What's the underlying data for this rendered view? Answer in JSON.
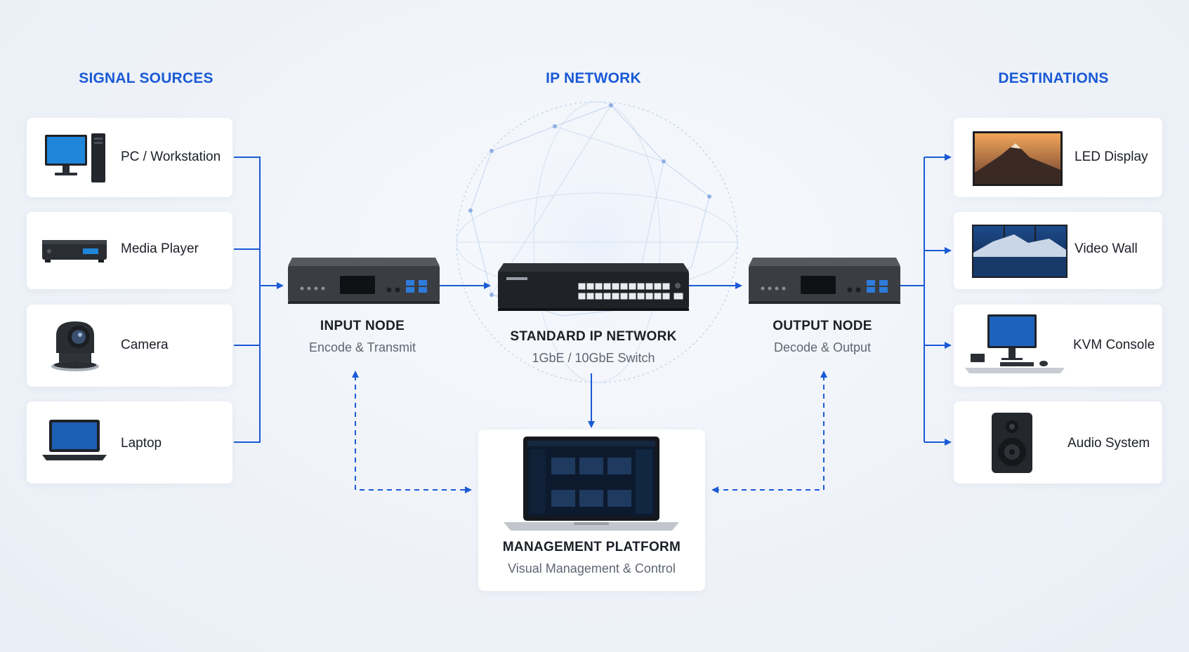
{
  "headings": {
    "sources": "SIGNAL SOURCES",
    "network": "IP NETWORK",
    "destinations": "DESTINATIONS"
  },
  "sources": [
    {
      "label": "PC / Workstation",
      "icon": "pc-workstation-icon"
    },
    {
      "label": "Media Player",
      "icon": "media-player-icon"
    },
    {
      "label": "Camera",
      "icon": "camera-icon"
    },
    {
      "label": "Laptop",
      "icon": "laptop-icon"
    }
  ],
  "destinations": [
    {
      "label": "LED Display",
      "icon": "led-display-icon"
    },
    {
      "label": "Video Wall",
      "icon": "video-wall-icon"
    },
    {
      "label": "KVM Console",
      "icon": "kvm-console-icon"
    },
    {
      "label": "Audio System",
      "icon": "speaker-icon"
    }
  ],
  "input_node": {
    "title": "INPUT NODE",
    "subtitle": "Encode & Transmit"
  },
  "network_switch": {
    "title": "STANDARD IP NETWORK",
    "subtitle": "1GbE / 10GbE Switch"
  },
  "output_node": {
    "title": "OUTPUT NODE",
    "subtitle": "Decode & Output"
  },
  "management": {
    "title": "MANAGEMENT PLATFORM",
    "subtitle": "Visual Management & Control"
  },
  "colors": {
    "accent": "#1a5ad6",
    "card": "#ffffff",
    "device": "#3a3d42"
  }
}
